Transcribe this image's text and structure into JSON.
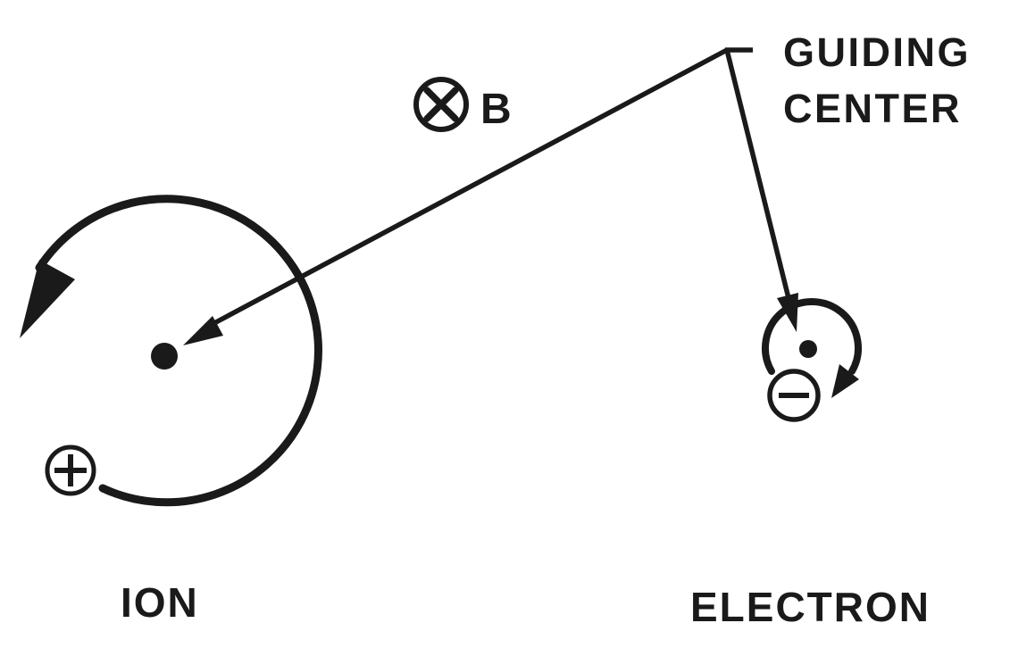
{
  "canvas": {
    "background": "#ffffff",
    "ink": "#1a1a1a"
  },
  "labels": {
    "guiding_center_line1": "GUIDING",
    "guiding_center_line2": "CENTER",
    "b_field": "B",
    "ion": "ION",
    "electron": "ELECTRON"
  },
  "symbols": {
    "b_field_icon": "circled-x-into-page",
    "ion_charge_icon": "circled-plus",
    "electron_charge_icon": "circled-minus",
    "ion_rotation_icon": "counterclockwise-arrow",
    "electron_rotation_icon": "clockwise-arrow"
  }
}
